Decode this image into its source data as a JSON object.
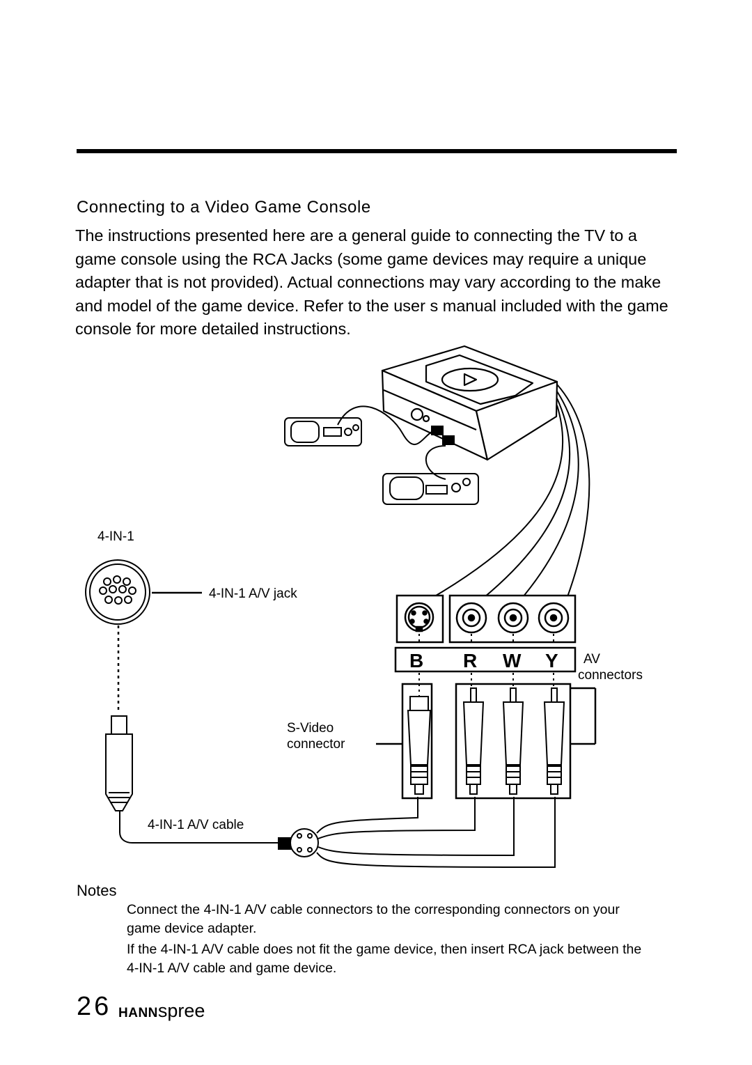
{
  "heading": "Connecting to a Video Game Console",
  "intro": "The instructions presented here are a general guide to connecting the TV to a game console using the RCA Jacks (some game devices may require a unique adapter that is not provided). Actual connections may vary according to the make and model of the game device. Refer to the user s manual included with the game console for more detailed instructions.",
  "diagram": {
    "label_4in1": "4-IN-1",
    "label_av_jack": "4-IN-1 A/V jack",
    "label_av_connectors_line1": "AV",
    "label_av_connectors_line2": "connectors",
    "label_svideo_line1": "S-Video",
    "label_svideo_line2": "connector",
    "label_av_cable": "4-IN-1 A/V cable",
    "letter_b": "B",
    "letter_r": "R",
    "letter_w": "W",
    "letter_y": "Y"
  },
  "notes": {
    "title": "Notes",
    "items": [
      "Connect the 4-IN-1 A/V cable connectors to the corresponding connectors on your game device adapter.",
      "If the 4-IN-1 A/V cable does not fit the game device, then insert RCA jack between the 4-IN-1 A/V cable and game device."
    ]
  },
  "footer": {
    "page_number": "26",
    "brand_bold": "HANN",
    "brand_light": "spree"
  }
}
